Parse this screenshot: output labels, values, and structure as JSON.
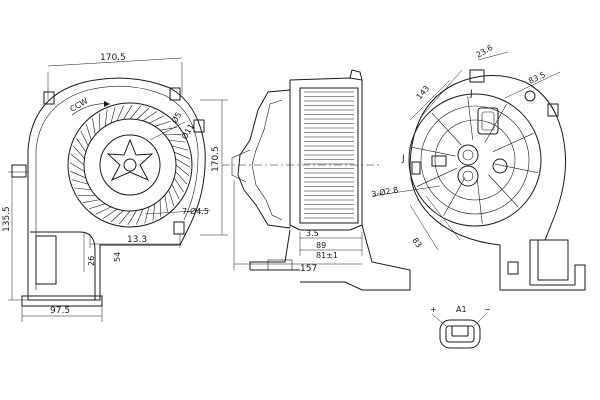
{
  "dimensions": {
    "width_top": "170.5",
    "height_right": "170.5",
    "height_left": "135.5",
    "base_width": "97.5",
    "offset_13": "13.3",
    "dim_54": "54",
    "dim_26": "26",
    "dia_hole": "7-Ø4.5",
    "dia_11": "Ø11",
    "dia_5": "Ø5",
    "side_35": "3.5",
    "side_89": "89",
    "side_81": "81±1",
    "side_157": "157",
    "right_143": "143",
    "right_23_6": "23.6",
    "right_83_5": "83.5",
    "right_holes": "3-Ø2.8",
    "right_83": "83",
    "view_marker_left": "J",
    "view_marker_right": "J"
  },
  "labels": {
    "rotation": "CCW",
    "connector_code": "A1",
    "plus": "+",
    "minus": "−"
  }
}
